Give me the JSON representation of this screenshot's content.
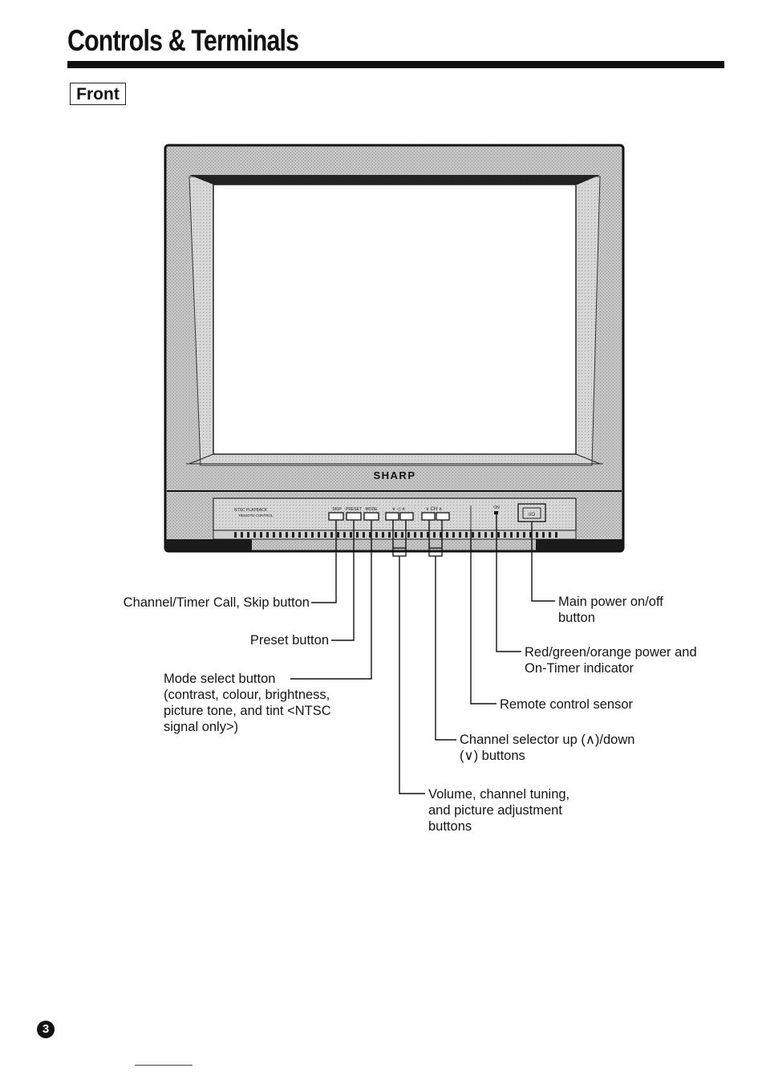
{
  "page": {
    "title": "Controls & Terminals",
    "section": "Front",
    "page_number": "3"
  },
  "tv": {
    "brand": "SHARP",
    "panel_left_text_1": "NTSC PLAYBACK",
    "panel_left_text_2": "REMOTE CONTROL",
    "button_label_skip": "SKIP",
    "button_label_preset": "PRESET",
    "button_label_mode": "MODE",
    "button_label_volume": "∨ ◁ ∧",
    "button_label_channel": "∨ CH ∧",
    "power_label": "I/O",
    "indicator_label": "ON"
  },
  "callouts": {
    "channel_timer_call": "Channel/Timer Call, Skip button",
    "preset": "Preset button",
    "mode_select_1": "Mode select button",
    "mode_select_2": "(contrast, colour, brightness,",
    "mode_select_3": "picture tone, and tint <NTSC",
    "mode_select_4": "signal only>)",
    "main_power_1": "Main power on/off",
    "main_power_2": "button",
    "indicator_1": "Red/green/orange power and",
    "indicator_2": "On-Timer indicator",
    "remote_sensor": "Remote control sensor",
    "channel_selector_1": "Channel selector up (∧)/down",
    "channel_selector_2": "(∨) buttons",
    "volume_1": "Volume, channel tuning,",
    "volume_2": "and picture adjustment",
    "volume_3": "buttons"
  }
}
